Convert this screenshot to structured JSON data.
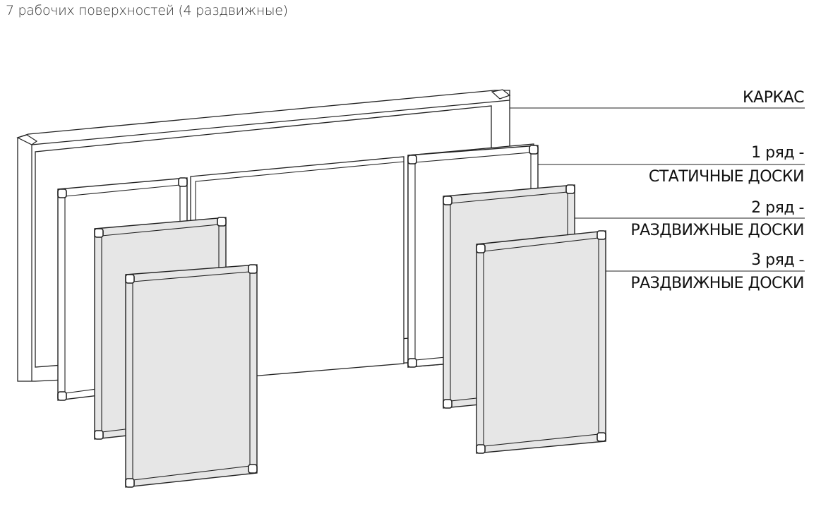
{
  "title": "7 рабочих поверхностей (4 раздвижные)",
  "labels": {
    "frame": "КАРКАС",
    "row1_a": "1 ряд -",
    "row1_b": "СТАТИЧНЫЕ ДОСКИ",
    "row2_a": "2 ряд -",
    "row2_b": "РАЗДВИЖНЫЕ ДОСКИ",
    "row3_a": "3 ряд -",
    "row3_b": "РАЗДВИЖНЫЕ ДОСКИ"
  },
  "colors": {
    "line": "#222222",
    "sliding_fill": "#e6e6e6",
    "static_fill": "#ffffff"
  }
}
